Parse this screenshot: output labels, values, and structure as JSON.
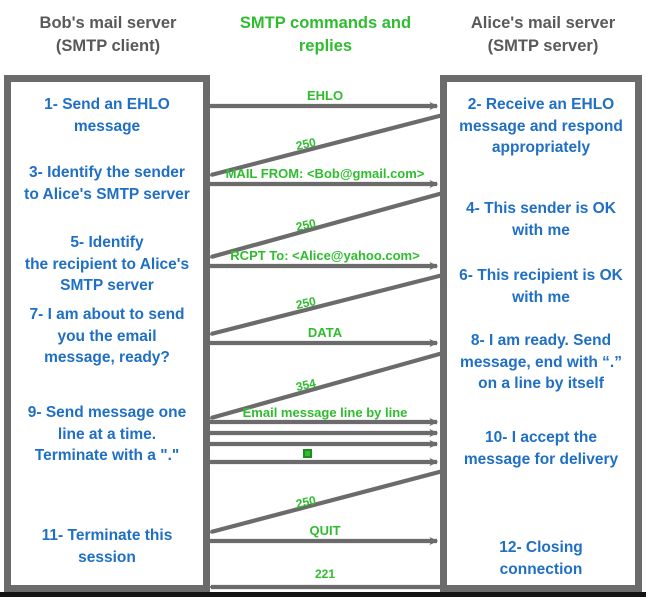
{
  "headers": {
    "left": "Bob's mail server\n(SMTP client)",
    "middle": "SMTP commands and\nreplies",
    "right": "Alice's mail server\n(SMTP server)"
  },
  "colors": {
    "client_text": "#1f6fc4",
    "command_green": "#2fbd2f",
    "header_gray": "#595959",
    "box_border": "#6b6b6b",
    "arrow_gray": "#6b6b6b"
  },
  "client_steps": [
    {
      "id": 1,
      "text": "1- Send an EHLO\nmessage"
    },
    {
      "id": 3,
      "text": "3- Identify the sender\nto Alice's SMTP server"
    },
    {
      "id": 5,
      "text": "5- Identify\nthe recipient to Alice's\nSMTP server"
    },
    {
      "id": 7,
      "text": "7- I am about to send\nyou the email\nmessage, ready?"
    },
    {
      "id": 9,
      "text": "9- Send message one\nline at a time.\nTerminate with a \".\""
    },
    {
      "id": 11,
      "text": "11- Terminate this\nsession"
    }
  ],
  "server_steps": [
    {
      "id": 2,
      "text": "2- Receive an EHLO\nmessage and respond\nappropriately"
    },
    {
      "id": 4,
      "text": "4- This sender is OK\nwith me"
    },
    {
      "id": 6,
      "text": "6- This recipient is OK\nwith me"
    },
    {
      "id": 8,
      "text": "8-  I am ready. Send\nmessage, end with “.”\non a line by itself"
    },
    {
      "id": 10,
      "text": "10-  I accept the\nmessage for delivery"
    },
    {
      "id": 12,
      "text": "12-  Closing\nconnection"
    }
  ],
  "messages": [
    {
      "label": "EHLO",
      "direction": "client-to-server",
      "style": "horizontal"
    },
    {
      "label": "250",
      "direction": "server-to-client",
      "style": "diagonal"
    },
    {
      "label": "MAIL FROM: <Bob@gmail.com>",
      "direction": "client-to-server",
      "style": "horizontal"
    },
    {
      "label": "250",
      "direction": "server-to-client",
      "style": "diagonal"
    },
    {
      "label": "RCPT To: <Alice@yahoo.com>",
      "direction": "client-to-server",
      "style": "horizontal"
    },
    {
      "label": "250",
      "direction": "server-to-client",
      "style": "diagonal"
    },
    {
      "label": "DATA",
      "direction": "client-to-server",
      "style": "horizontal"
    },
    {
      "label": "354",
      "direction": "server-to-client",
      "style": "diagonal"
    },
    {
      "label": "Email message line by line",
      "direction": "client-to-server",
      "style": "horizontal-multi"
    },
    {
      "label": "",
      "direction": "client-to-server",
      "style": "horizontal"
    },
    {
      "label": "",
      "direction": "client-to-server",
      "style": "horizontal"
    },
    {
      "label": "■",
      "direction": "client-to-server",
      "style": "horizontal"
    },
    {
      "label": "250",
      "direction": "server-to-client",
      "style": "diagonal"
    },
    {
      "label": "QUIT",
      "direction": "client-to-server",
      "style": "horizontal"
    },
    {
      "label": "221",
      "direction": "server-to-client",
      "style": "horizontal"
    }
  ]
}
